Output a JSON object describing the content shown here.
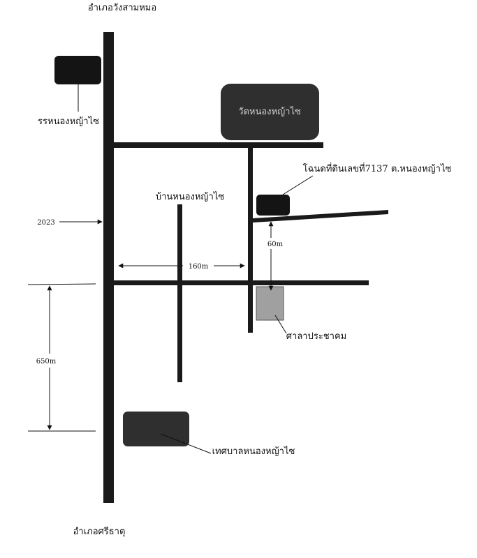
{
  "map": {
    "labels": {
      "north_district": "อำเภอวังสามหมอ",
      "south_district": "อำเภอศรีธาตุ",
      "school": "รรหนองหญ้าไซ",
      "temple": "วัดหนองหญ้าไซ",
      "land_deed": "โฉนดที่ดินเลขที่7137 ต.หนองหญ้าไซ",
      "village": "บ้านหนองหญ้าไซ",
      "road_number": "2023",
      "community_hall": "ศาลาประชาคม",
      "municipality": "เทศบาลหนองหญ้าไซ"
    },
    "distances": {
      "to_plot": "60m",
      "between_roads": "160m",
      "along_main_road": "650m"
    },
    "colors": {
      "road": "#1a1a1a",
      "building_dark": "#2c2c2c",
      "building_light": "#a0a0a0",
      "text": "#111111"
    }
  }
}
